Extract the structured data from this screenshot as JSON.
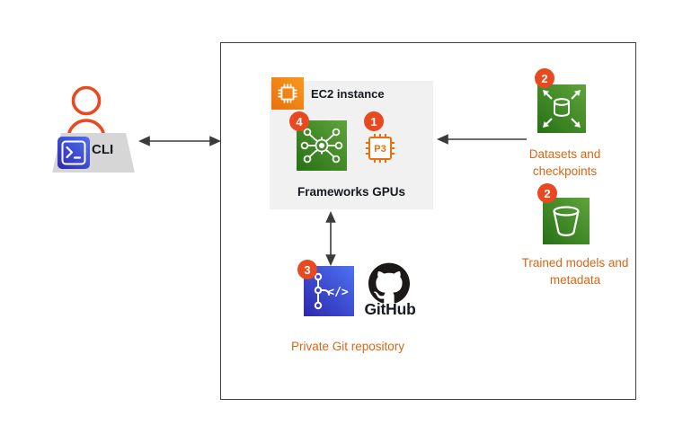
{
  "colors": {
    "badge": "#e8491f",
    "accent-text": "#d86613",
    "ink": "#16191f",
    "arrow": "#3b3b3b",
    "panel-gray": "#f1f1f1",
    "laptop-gray": "#d6d6d6",
    "person-orange": "#e8491f",
    "github-black": "#1b1817",
    "green-dark": "#277116",
    "green-light": "#5fa33a",
    "blue-dark": "#2e27ad",
    "blue-light": "#4d72f3",
    "orange-dark": "#e8710d",
    "orange-light": "#f8981d"
  },
  "cli": {
    "label": "CLI"
  },
  "ec2": {
    "title": "EC2 instance",
    "caption": "Frameworks GPUs",
    "chip_label": "P3"
  },
  "badges": {
    "step1": "1",
    "step2_datasets": "2",
    "step2_models": "2",
    "step3": "3",
    "step4": "4"
  },
  "github": {
    "wordmark": "GitHub",
    "caption": "Private Git repository"
  },
  "datasets": {
    "caption_line1": "Datasets and",
    "caption_line2": "checkpoints"
  },
  "models": {
    "caption_line1": "Trained models and",
    "caption_line2": "metadata"
  },
  "icons": {
    "code_glyph": "</>"
  }
}
